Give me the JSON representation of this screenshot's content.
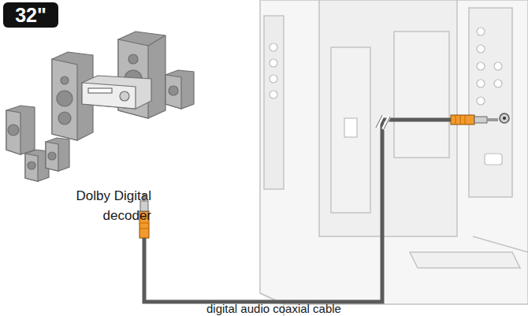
{
  "diagram": {
    "nodes": [
      {
        "text": [
          "32\""
        ]
      }
    ],
    "labels": [
      "Dolby Digital decoder",
      "digital audio coaxial cable"
    ]
  }
}
